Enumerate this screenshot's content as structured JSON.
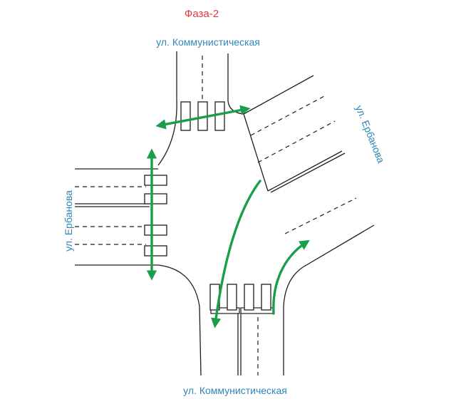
{
  "title": "Фаза-2",
  "streets": {
    "top": "ул. Коммунистическая",
    "bottom": "ул. Коммунистическая",
    "left": "ул. Ербанова",
    "right": "ул. Ербанова"
  },
  "colors": {
    "title": "#e03a3a",
    "street_label": "#2f86b8",
    "arrow": "#1a9e4a",
    "road_line": "#1e1e1e"
  }
}
